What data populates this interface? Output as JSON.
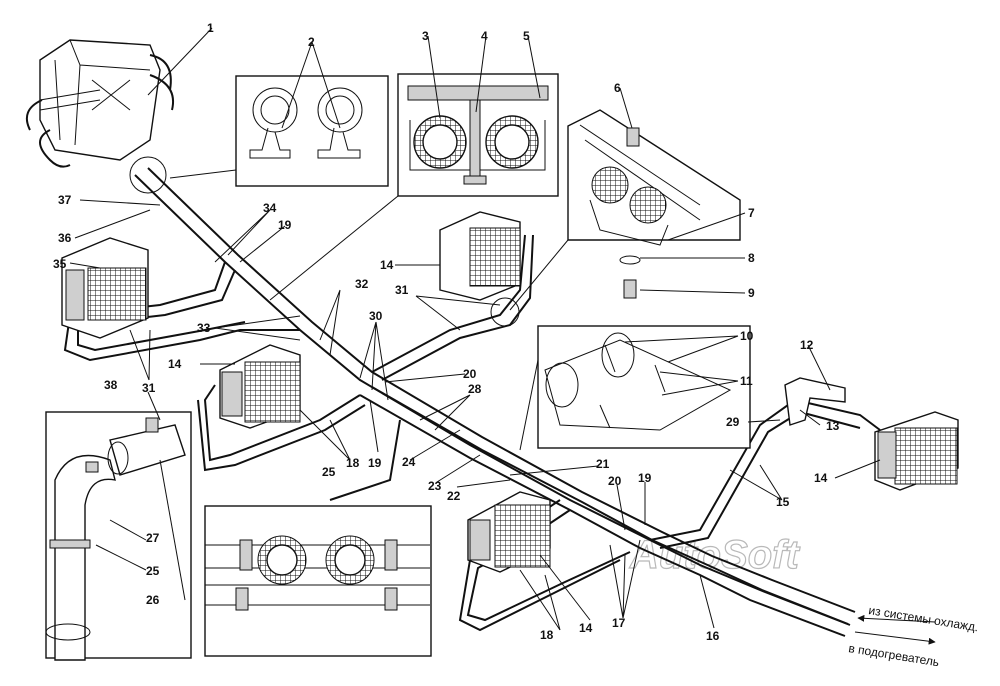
{
  "labels": [
    "1",
    "2",
    "3",
    "4",
    "5",
    "6",
    "7",
    "8",
    "9",
    "10",
    "11",
    "12",
    "13",
    "14",
    "15",
    "16",
    "17",
    "18",
    "19",
    "20",
    "21",
    "22",
    "23",
    "24",
    "25",
    "26",
    "27",
    "28",
    "29",
    "30",
    "31",
    "32",
    "33",
    "34",
    "35",
    "36",
    "37",
    "38"
  ],
  "annotations": {
    "from_cooling": "из системы охлажд.",
    "to_heater": "в подогреватель"
  },
  "watermark": "AutoSoft"
}
